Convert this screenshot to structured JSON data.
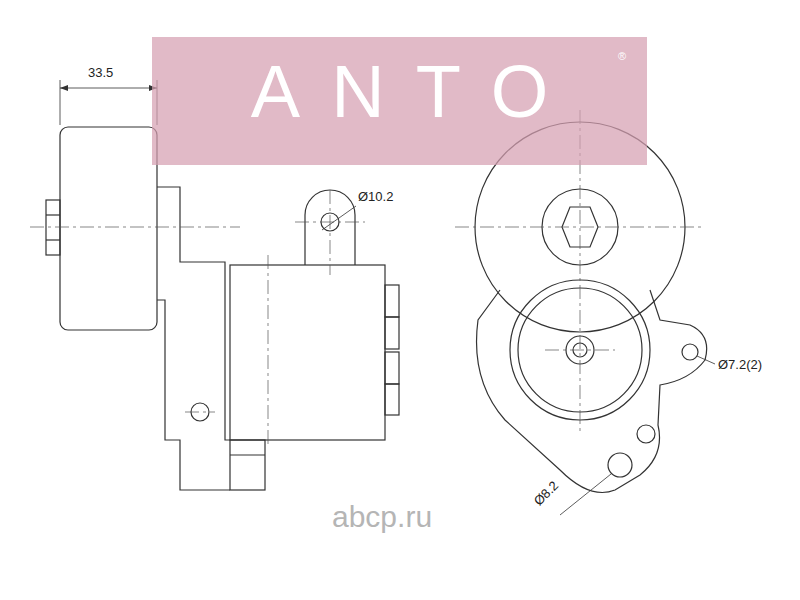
{
  "diagram": {
    "nodes": [
      {
        "text": [
          "ANTO",
          "®"
        ]
      }
    ],
    "labels": [
      "33.5",
      "Ø10.2",
      "Ø7.2(2)",
      "Ø8.2",
      "abcp.ru"
    ]
  }
}
